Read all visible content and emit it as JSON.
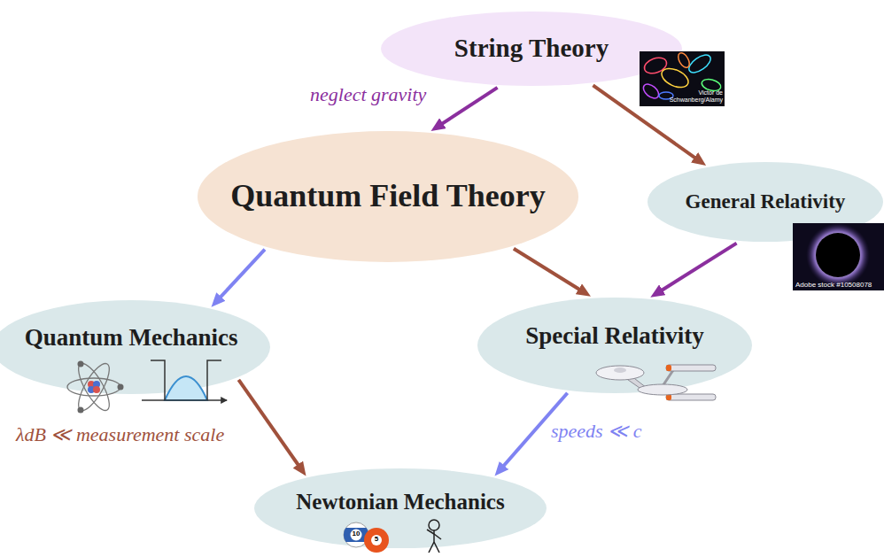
{
  "diagram": {
    "nodes": [
      {
        "text": [
          "String Theory"
        ]
      },
      {
        "text": [
          "Quantum Field Theory"
        ]
      },
      {
        "text": [
          "General Relativity"
        ]
      },
      {
        "text": [
          "Quantum Mechanics"
        ]
      },
      {
        "text": [
          "Special Relativity"
        ]
      },
      {
        "text": [
          "Newtonian Mechanics"
        ]
      }
    ],
    "edges": [
      {
        "from": 0,
        "to": 1,
        "arrow": "to",
        "label": "neglect gravity"
      },
      {
        "from": 0,
        "to": 2,
        "arrow": "to"
      },
      {
        "from": 1,
        "to": 3,
        "arrow": "to"
      },
      {
        "from": 1,
        "to": 4,
        "arrow": "to"
      },
      {
        "from": 2,
        "to": 4,
        "arrow": "to"
      },
      {
        "from": 3,
        "to": 5,
        "arrow": "to",
        "label": "λdB ≪ measurement scale"
      },
      {
        "from": 4,
        "to": 5,
        "arrow": "to",
        "label": "speeds ≪ c"
      }
    ],
    "labels": [
      "Victor de Schwanberg/Alamy",
      "Adobe stock #10508078",
      "10",
      "5"
    ]
  }
}
